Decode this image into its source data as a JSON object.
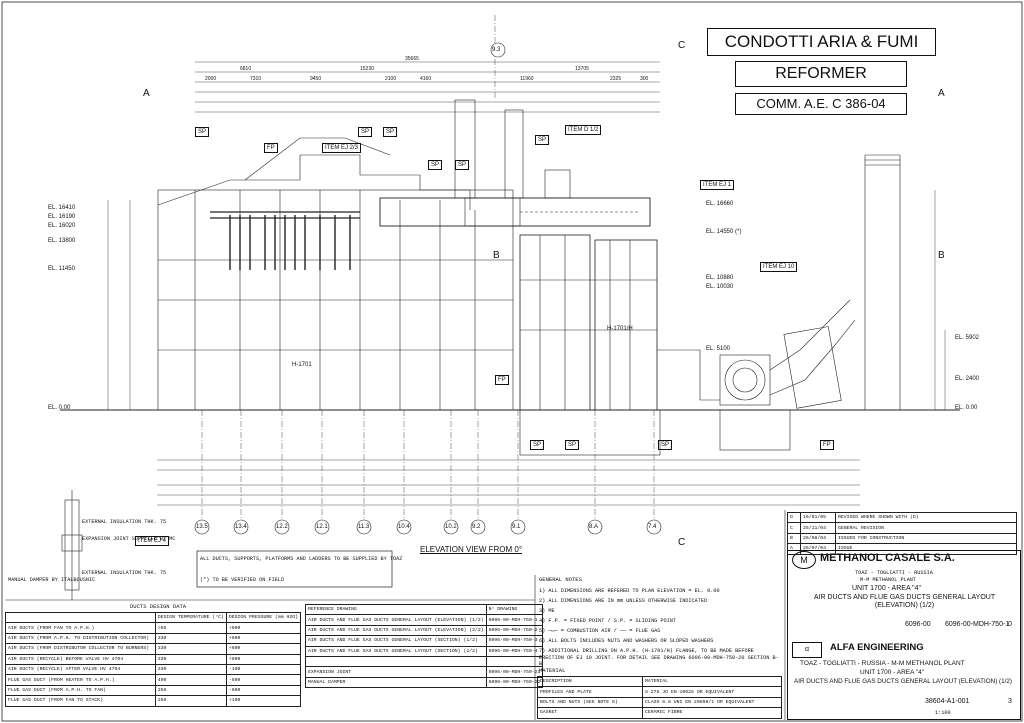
{
  "titles": {
    "t1": "CONDOTTI ARIA & FUMI",
    "t2": "REFORMER",
    "t3": "COMM.  A.E. C 386-04"
  },
  "sections": {
    "a": "A",
    "b": "B",
    "c": "C"
  },
  "elevation_view": "ELEVATION VIEW FROM 0°",
  "elevations_left": [
    "EL. 16410",
    "EL. 16190",
    "EL. 16020",
    "EL. 13800",
    "EL. 11450",
    "EL. 0.00"
  ],
  "elevations_right": [
    "EL. 16660",
    "EL. 14550 (*)",
    "EL. 10880",
    "EL. 10030",
    "EL. 5100",
    "EL. 5902",
    "EL. 2400",
    "EL. 0.00"
  ],
  "column_markers": [
    "13.5",
    "13.4",
    "12.2",
    "12.1",
    "11.3",
    "10.4",
    "10.2",
    "9.2",
    "9.1",
    "8.A",
    "7.4"
  ],
  "top_markers": [
    "9.3"
  ],
  "item_labels": {
    "ej23": "ITEM EJ 2/3",
    "d12": "ITEM D 1/2",
    "ej1": "ITEM EJ 1",
    "ej10": "ITEM EJ 10",
    "ej4": "ITEM EJ 4"
  },
  "equipment": {
    "h1701": "H-1701",
    "h1701h": "H-1701/H"
  },
  "notes_box": {
    "line1": "ALL DUCTS, SUPPORTS, PLATFORMS AND LADDERS TO BE SUPPLIED BY TOAZ",
    "line2": "(*) TO BE VERIFIED ON FIELD"
  },
  "insulation": [
    "EXTERNAL INSULATION THK. 75",
    "EXPANSION JOINT SUPPLIED BY MC",
    "EXTERNAL INSULATION THK. 75",
    "MANUAL DAMPER BY ITALBOUSNIC"
  ],
  "general_notes": {
    "title": "GENERAL NOTES",
    "items": [
      "1) ALL DIMENSIONS ARE REFERED TO PLAN ELEVATION = EL. 0.00",
      "2) ALL DIMENSIONS ARE IN mm UNLESS OTHERWISE INDICATED",
      "3) ME",
      "4) F.P. = FIXED POINT  /  S.P. = SLIDING POINT",
      "5) —▭— = COMBUSTION AIR  /  —— = FLUE GAS",
      "6) ALL BOLTS INCLUDES NUTS AND WASHERS OR SLOPED WASHERS",
      "7) ADDITIONAL DRILLING ON A.P.H. (H-1701/H) FLANGE, TO BE MADE BEFORE ERECTION OF EJ 10 JOINT. FOR DETAIL SEE DRAWING 6096-00-MDH-750-20 SECTION B-B"
    ]
  },
  "material": {
    "title": "MATERIAL",
    "headers": [
      "DESCRIPTION",
      "MATERIAL"
    ],
    "rows": [
      [
        "PROFILES AND PLATE",
        "S 275 JO EN-10025 OR EQUIVALENT"
      ],
      [
        "BOLTS AND NUTS (SEE NOTE 6)",
        "CLASS 8.8 UNI EN 20898/1 OR EQUIVALENT"
      ],
      [
        "GASKET",
        "CERAMIC FIBRE"
      ]
    ]
  },
  "ducts_table": {
    "title": "DUCTS DESIGN DATA",
    "headers": [
      "",
      "DESIGN TEMPERATURE (°C)",
      "DESIGN PRESSURE (mm H2O)"
    ],
    "rows": [
      [
        "AIR DUCTS (FROM FAN TO A.P.H.)",
        ">55",
        "+600"
      ],
      [
        "AIR DUCTS (FROM A.P.H. TO DISTRIBUTION COLLECTOR)",
        "330",
        "+600"
      ],
      [
        "AIR DUCTS (FROM DISTRIBUTOR COLLECTOR TO BURNERS)",
        "330",
        "+600"
      ],
      [
        "AIR DUCTS (RECYCLE) BEFORE VALVE HV 4704",
        "330",
        "+600"
      ],
      [
        "AIR DUCTS (RECYCLE) AFTER VALVE HV 4704",
        "330",
        "-100"
      ],
      [
        "FLUE GAS DUCT (FROM HEATER TO A.P.H.)",
        "400",
        "-500"
      ],
      [
        "FLUE GAS DUCT (FROM A.P.H. TO FAN)",
        "256",
        "-600"
      ],
      [
        "FLUE GAS DUCT (FROM FAN TO STACK)",
        "256",
        "+100"
      ]
    ]
  },
  "reference": {
    "headers": [
      "REFERENCE DRAWING",
      "N° DRAWING"
    ],
    "rows": [
      [
        "AIR DUCTS AND FLUE GAS DUCTS GENERAL LAYOUT (ELEVATION) (1/2)",
        "6096-00-MDH-750-1"
      ],
      [
        "AIR DUCTS AND FLUE GAS DUCTS GENERAL LAYOUT (ELEVATION) (2/2)",
        "6096-00-MDH-750-2"
      ],
      [
        "AIR DUCTS AND FLUE GAS DUCTS GENERAL LAYOUT (SECTION) (1/2)",
        "6096-00-MDH-750-3"
      ],
      [
        "AIR DUCTS AND FLUE GAS DUCTS GENERAL LAYOUT (SECTION) (2/2)",
        "6096-00-MDH-750-4"
      ],
      [
        "",
        ""
      ],
      [
        "EXPANSION JOINT",
        "6096-00-MDH-750-21"
      ],
      [
        "MANUAL DAMPER",
        "6096-00-MDH-750-22"
      ]
    ]
  },
  "title_block": {
    "company": "METHANOL CASALE S.A.",
    "location1": "TOAZ - TOGLIATTI - RUSSIA",
    "plant1": "M-M METHANOL PLANT",
    "unit1": "UNIT 1700 - AREA \"4\"",
    "title1": "AIR DUCTS AND FLUE GAS DUCTS GENERAL LAYOUT (ELEVATION) (1/2)",
    "job": "6096-00",
    "drawing_no": "6096-00-MDH-750-1",
    "rev": "0",
    "alfa": "ALFA ENGINEERING",
    "location2": "TOAZ - TOGLIATTI - RUSSIA - M-M METHANOL PLANT",
    "unit2": "UNIT 1700 - AREA \"4\"",
    "title2": "AIR DUCTS AND FLUE GAS DUCTS GENERAL LAYOUT (ELEVATION) (1/2)",
    "dwg2": "38604-A1-001",
    "rev2": "3",
    "scale": "1:100"
  },
  "revisions": [
    [
      "D",
      "16/01/05",
      "REVISED WHERE SHOWN WITH (D)"
    ],
    [
      "C",
      "25/11/04",
      "GENERAL REVISION"
    ],
    [
      "B",
      "26/08/04",
      "ISSUED FOR CONSTRUCTION"
    ],
    [
      "A",
      "26/07/04",
      "ISSUE"
    ]
  ],
  "sp_labels": [
    "SP",
    "FP",
    "SP",
    "SP",
    "SP",
    "SP",
    "SP",
    "FP",
    "SP",
    "SP",
    "SP",
    "FP"
  ],
  "dims_top": [
    "35665",
    "6810",
    "15230",
    "13705",
    "2000",
    "7310",
    "9450",
    "2100",
    "4160",
    "11960",
    "2325",
    "300"
  ]
}
